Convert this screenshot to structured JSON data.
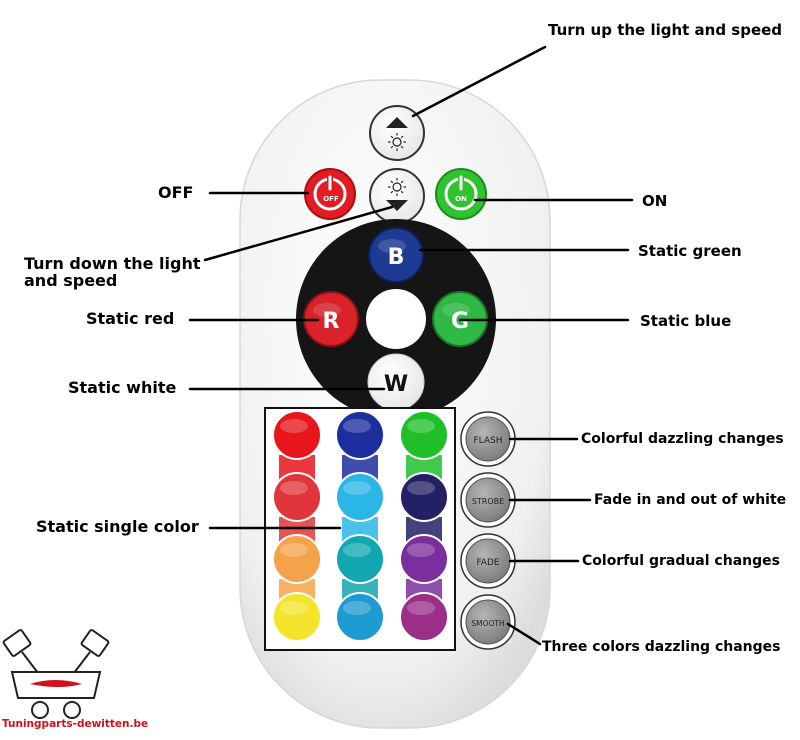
{
  "remote": {
    "buttons": {
      "up_label": "",
      "down_label": "",
      "off_label": "OFF",
      "on_label": "ON",
      "b_label": "B",
      "r_label": "R",
      "g_label": "G",
      "w_label": "W",
      "flash_label": "FLASH",
      "strobe_label": "STROBE",
      "fade_label": "FADE",
      "smooth_label": "SMOOTH"
    },
    "color_grid": [
      [
        "#e8151c",
        "#1d2e9e",
        "#1fbf2a"
      ],
      [
        "#e0353a",
        "#2bb6e8",
        "#232066"
      ],
      [
        "#f5a34a",
        "#12a7b0",
        "#7b2f9e"
      ],
      [
        "#f3e42a",
        "#1e9bd1",
        "#9b2f88"
      ]
    ],
    "colors": {
      "off": "#e31b23",
      "on": "#2fc32f",
      "b": "#1f3a93",
      "r": "#d9222a",
      "g": "#2fb844",
      "mode_button": "#8f8f8f"
    }
  },
  "callouts": {
    "turn_up": "Turn up the light and speed",
    "off": "OFF",
    "on": "ON",
    "turn_down_line1": "Turn down the light",
    "turn_down_line2": "and speed",
    "static_green": "Static green",
    "static_red": "Static red",
    "static_blue": "Static blue",
    "static_white": "Static white",
    "flash": "Colorful dazzling changes",
    "strobe": "Fade in and out of white",
    "fade": "Colorful gradual changes",
    "smooth": "Three colors dazzling changes",
    "static_single": "Static single color"
  },
  "watermark": {
    "text": "Tuningparts-dewitten.be",
    "logo": "piston-logo"
  }
}
